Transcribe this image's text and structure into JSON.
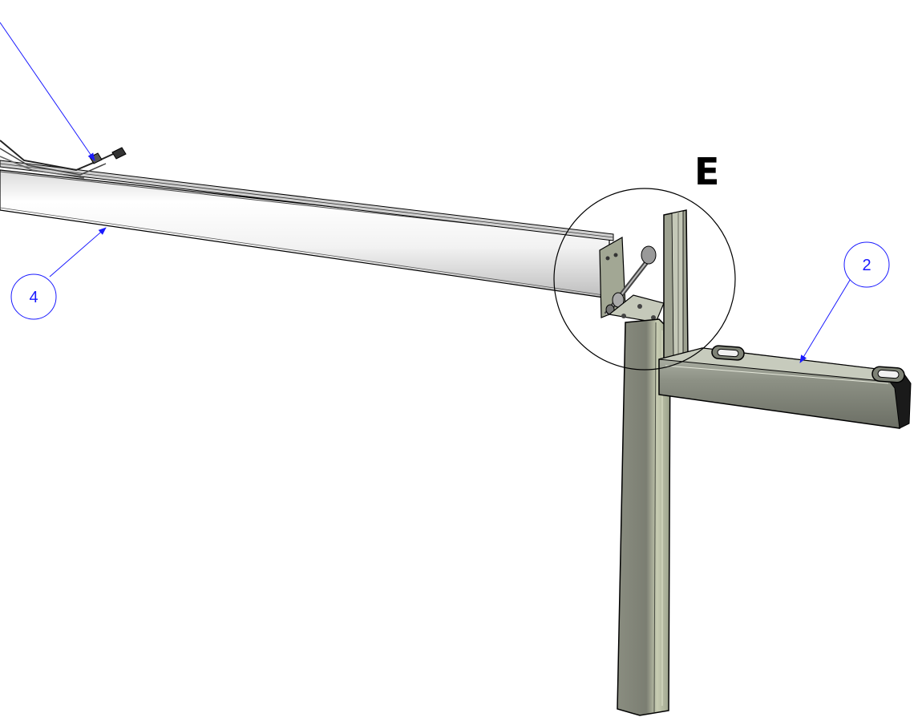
{
  "drawing": {
    "detail_label": "E",
    "balloons": [
      {
        "id": "balloon-4",
        "number": "4"
      },
      {
        "id": "balloon-2",
        "number": "2"
      }
    ],
    "colors": {
      "leader": "#1a1aff",
      "steel": "#8a8f7f",
      "steel_dark": "#5f6458",
      "tube_highlight": "#ffffff",
      "tube_shadow": "#b9b9b9",
      "outline": "#000000"
    }
  }
}
